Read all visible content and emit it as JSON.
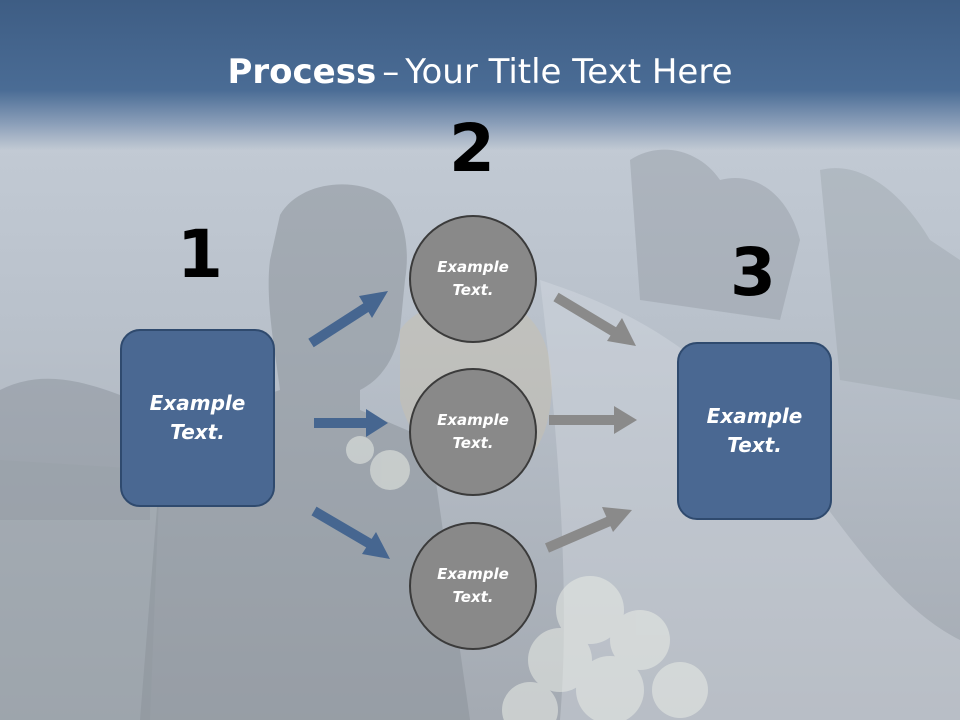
{
  "slide": {
    "title_bold": "Process",
    "title_dash": "–",
    "title_rest": "Your Title Text Here"
  },
  "steps": {
    "step1": {
      "number": "1",
      "text": "Example Text."
    },
    "step2": {
      "number": "2",
      "circles": [
        {
          "text": "Example Text."
        },
        {
          "text": "Example Text."
        },
        {
          "text": "Example Text."
        }
      ]
    },
    "step3": {
      "number": "3",
      "text": "Example Text."
    }
  },
  "colors": {
    "box_fill": "#4a6892",
    "circle_fill": "#898989",
    "left_arrow": "#466690",
    "right_arrow": "#8a8a8a",
    "title_band": "#4a6c95"
  }
}
